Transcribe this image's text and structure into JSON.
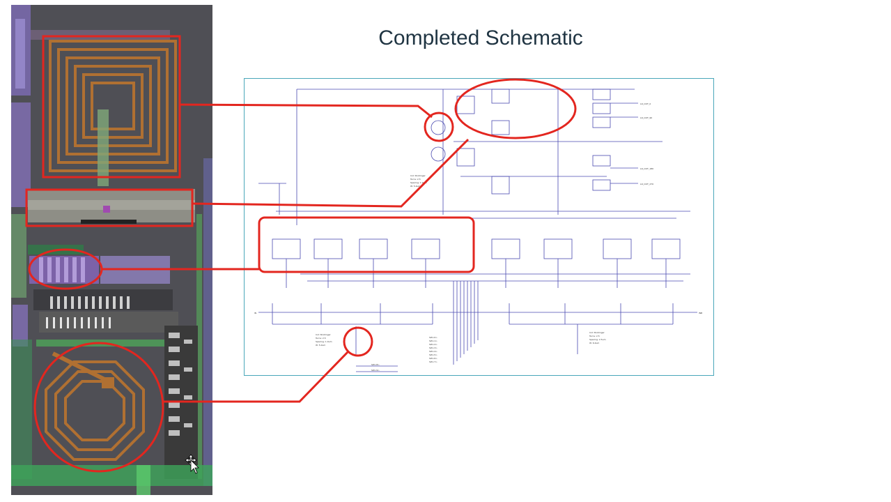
{
  "title": "Completed Schematic",
  "colors": {
    "title_text": "#1f3442",
    "highlight": "#e3261f",
    "schematic_wire": "#4a4ab0",
    "schematic_border": "#49a7b9",
    "chip_background": "#4f4f55",
    "inductor_metal": "#b07032"
  },
  "schematic_labels": {
    "inductor_note": [
      "Ind: Shollinger",
      "Turns: 2.5",
      "Spacing: 1.0um",
      "W: 5.0um"
    ],
    "inductor_note_2": [
      "Ind: Shollinger",
      "Turns: 2.5",
      "Spacing: 2.5um",
      "W: 6.0um"
    ],
    "output_ports": [
      "LO_OUT_0",
      "LO_OUT_90",
      "LO_OUT_180",
      "LO_OUT_270"
    ],
    "control_bus": [
      "SW<0>",
      "SW<1>",
      "SW<2>",
      "SW<3>",
      "SW<4>",
      "SW<5>",
      "SW<6>",
      "SW<7>"
    ],
    "bias_inputs": [
      "SW<8>",
      "SW<9>"
    ],
    "input_ports": [
      "IN",
      "INB"
    ]
  },
  "cursor": "move-cursor-icon"
}
